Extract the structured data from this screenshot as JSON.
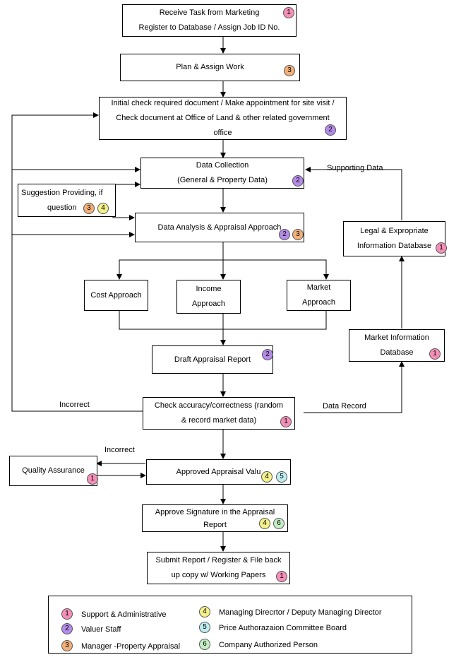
{
  "nodes": {
    "receive_task": {
      "lines": [
        "Receive Task from Marketing",
        "Register to Database / Assign Job ID No."
      ],
      "badges": [
        "1"
      ]
    },
    "plan_assign": {
      "lines": [
        "Plan & Assign Work"
      ],
      "badges": [
        "3"
      ]
    },
    "initial_check": {
      "lines": [
        "Initial check required document / Make appointment for site visit /",
        "Check document at Office of Land & other related government",
        "office"
      ],
      "badges": [
        "2"
      ]
    },
    "data_collection": {
      "lines": [
        "Data Collection",
        "(General & Property Data)"
      ],
      "badges": [
        "2"
      ]
    },
    "suggestion": {
      "lines": [
        "Suggestion Providing, if",
        "question"
      ],
      "badges": [
        "3",
        "4"
      ]
    },
    "data_analysis": {
      "lines": [
        "Data Analysis & Appraisal Approach"
      ],
      "badges": [
        "2",
        "3"
      ]
    },
    "cost_approach": {
      "lines": [
        "Cost Approach"
      ],
      "badges": []
    },
    "income_approach": {
      "lines": [
        "Income",
        "Approach"
      ],
      "badges": []
    },
    "market_approach": {
      "lines": [
        "Market",
        "Approach"
      ],
      "badges": []
    },
    "draft_report": {
      "lines": [
        "Draft Appraisal Report"
      ],
      "badges": [
        "2"
      ]
    },
    "check_accuracy": {
      "lines": [
        "Check accuracy/correctness (random",
        "& record market data)"
      ],
      "badges": [
        "1"
      ]
    },
    "quality_assurance": {
      "lines": [
        "Quality Assurance"
      ],
      "badges": [
        "1"
      ]
    },
    "approved_value": {
      "lines": [
        "Approved Appraisal Valu"
      ],
      "badges": [
        "4",
        "5"
      ]
    },
    "approve_signature": {
      "lines": [
        "Approve Signature in  the Appraisal",
        "Report"
      ],
      "badges": [
        "4",
        "6"
      ]
    },
    "submit_report": {
      "lines": [
        "Submit Report / Register & File back",
        "up copy w/ Working Papers"
      ],
      "badges": [
        "1"
      ]
    },
    "legal_db": {
      "lines": [
        "Legal & Expropriate",
        "Information Database"
      ],
      "badges": [
        "1"
      ]
    },
    "market_db": {
      "lines": [
        "Market Information",
        "Database"
      ],
      "badges": [
        "1"
      ]
    }
  },
  "edge_labels": {
    "supporting_data": "Supporting Data",
    "incorrect_left": "Incorrect",
    "data_record": "Data Record",
    "incorrect_qa": "Incorrect"
  },
  "legend": [
    {
      "num": "1",
      "label": "Support & Administrative",
      "color": "#f48fb8"
    },
    {
      "num": "2",
      "label": "Valuer Staff",
      "color": "#b58be8"
    },
    {
      "num": "3",
      "label": "Manager -Property Appraisal",
      "color": "#f2b07a"
    },
    {
      "num": "4",
      "label": "Managing Direcrtor / Deputy Managing Director",
      "color": "#f4f08a"
    },
    {
      "num": "5",
      "label": "Price Authorazaion Committee Board",
      "color": "#bfeef2"
    },
    {
      "num": "6",
      "label": "Company Authorized Person",
      "color": "#c5eec5"
    }
  ]
}
